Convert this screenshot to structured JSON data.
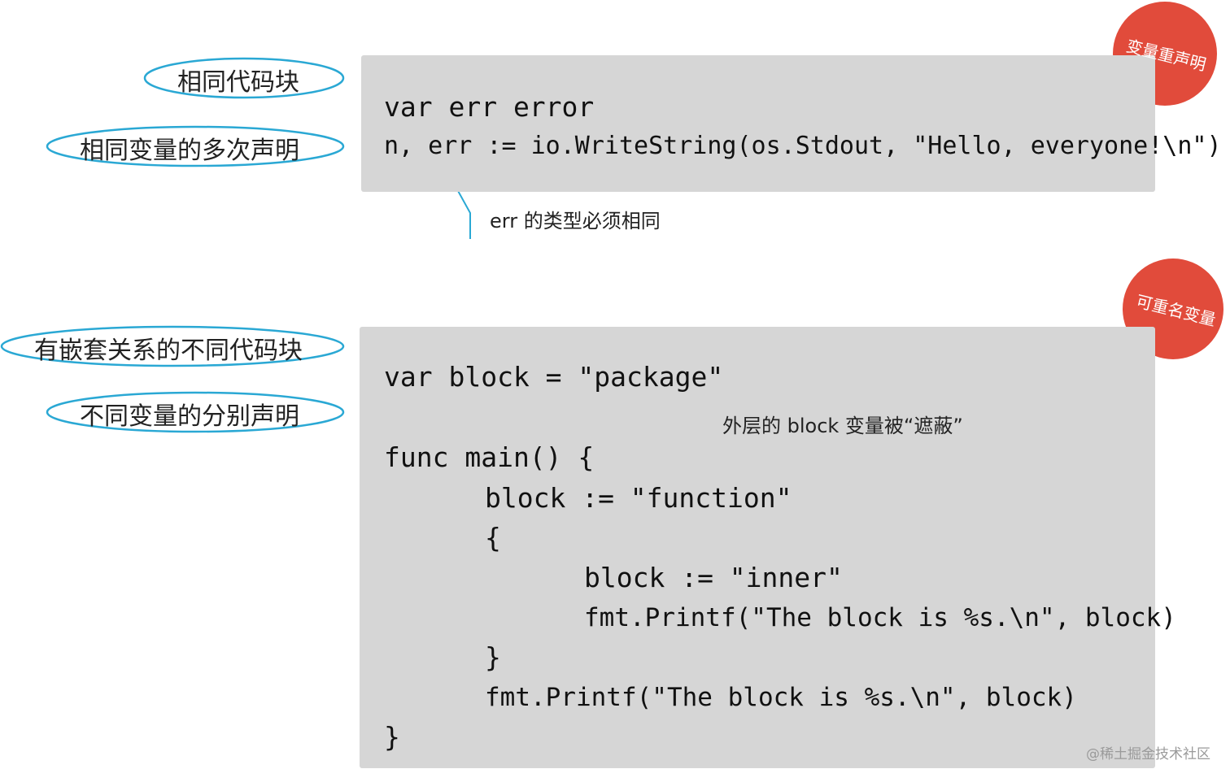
{
  "section1": {
    "labels": [
      "相同代码块",
      "相同变量的多次声明"
    ],
    "badge": "变量重声明",
    "code": [
      "var err error",
      "n, err := io.WriteString(os.Stdout, \"Hello, everyone!\\n\")"
    ],
    "note": "err 的类型必须相同"
  },
  "section2": {
    "labels": [
      "有嵌套关系的不同代码块",
      "不同变量的分别声明"
    ],
    "badge": "可重名变量",
    "code": [
      "var block = \"package\"",
      "func main() {",
      "block := \"function\"",
      "{",
      "block := \"inner\"",
      "fmt.Printf(\"The block is %s.\\n\", block)",
      "}",
      "fmt.Printf(\"The block is %s.\\n\", block)",
      "}"
    ],
    "note": "外层的 block 变量被“遮蔽”"
  },
  "colors": {
    "code_bg": "#d6d6d6",
    "ellipse_stroke": "#2aa8d4",
    "badge_fill": "#e14b3b",
    "line_color": "#2aa8d4"
  },
  "watermark": "@稀土掘金技术社区"
}
